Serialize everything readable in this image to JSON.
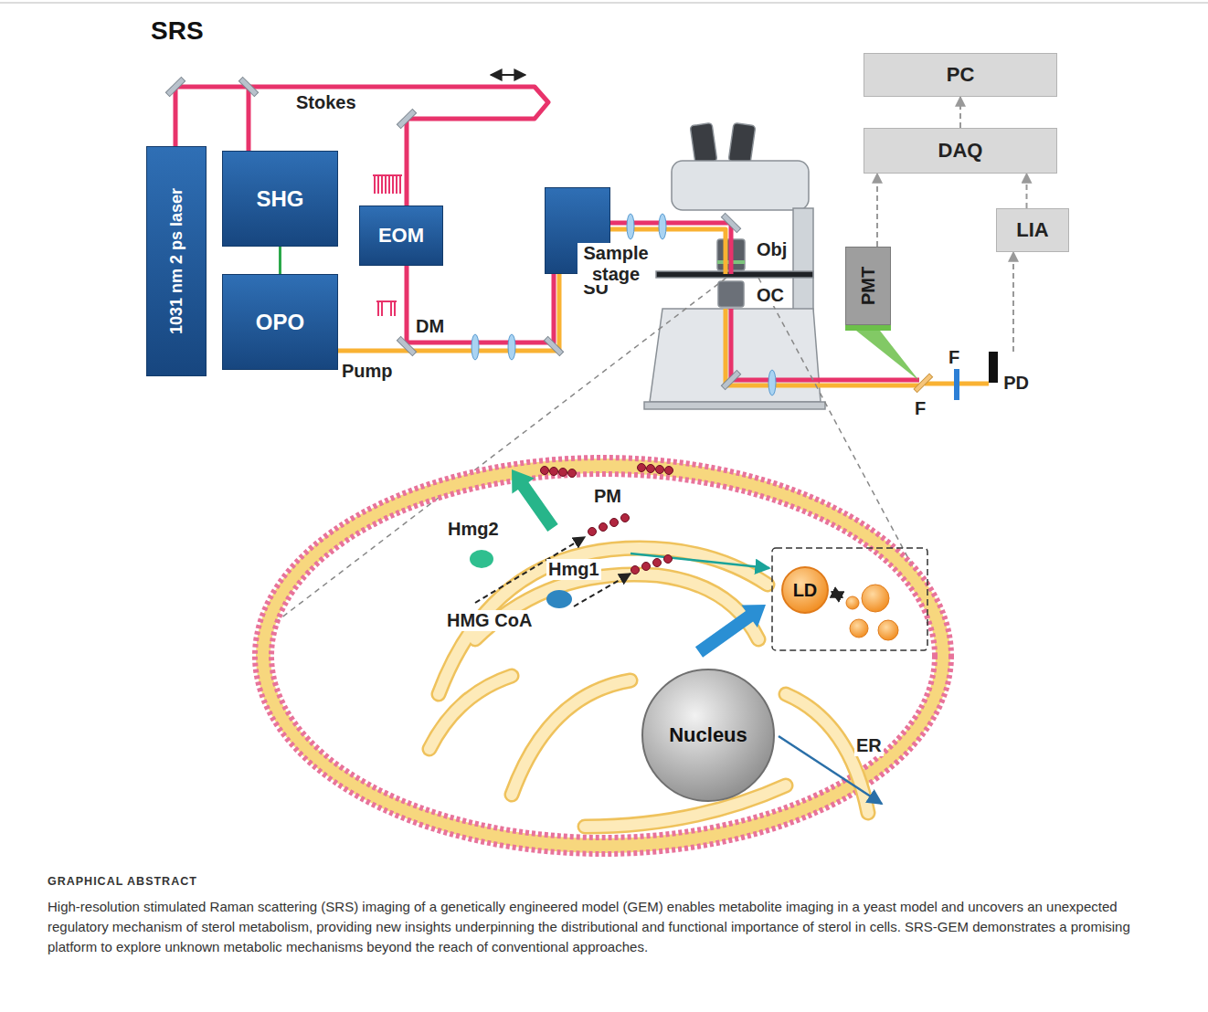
{
  "diagram": {
    "title": "SRS",
    "caption": "High-resolution stimulated Raman scattering (SRS) imaging of a genetically engineered model (GEM) enables metabolite imaging in a yeast model and uncovers an unexpected regulatory mechanism of sterol metabolism, providing new insights underpinning the distributional and functional importance of sterol in cells. SRS-GEM demonstrates a promising platform to explore unknown metabolic mechanisms beyond the reach of conventional approaches.",
    "nodes": [
      {
        "text": [
          "1031 nm 2 ps laser"
        ]
      },
      {
        "text": [
          "SHG"
        ]
      },
      {
        "text": [
          "OPO"
        ]
      },
      {
        "text": [
          "EOM"
        ]
      },
      {
        "text": [
          "SU"
        ]
      },
      {
        "text": [
          "PMT"
        ]
      },
      {
        "text": [
          "PC"
        ]
      },
      {
        "text": [
          "DAQ"
        ]
      },
      {
        "text": [
          "LIA"
        ]
      },
      {
        "text": [
          "PD"
        ]
      },
      {
        "text": [
          "Nucleus"
        ]
      },
      {
        "text": [
          "LD"
        ]
      }
    ],
    "edges": [
      {
        "from": 1,
        "to": 2,
        "arrow": "none"
      },
      {
        "from": 5,
        "to": 7,
        "arrow": "to"
      },
      {
        "from": 8,
        "to": 7,
        "arrow": "to"
      },
      {
        "from": 7,
        "to": 6,
        "arrow": "to"
      },
      {
        "from": 9,
        "to": 8,
        "arrow": "to"
      }
    ],
    "labels": [
      "Stokes",
      "DM",
      "Pump",
      "Obj",
      "Sample stage",
      "OC",
      "F",
      "F",
      "PM",
      "Hmg2",
      "HMG CoA",
      "Hmg1",
      "ER",
      "GRAPHICAL ABSTRACT"
    ]
  }
}
